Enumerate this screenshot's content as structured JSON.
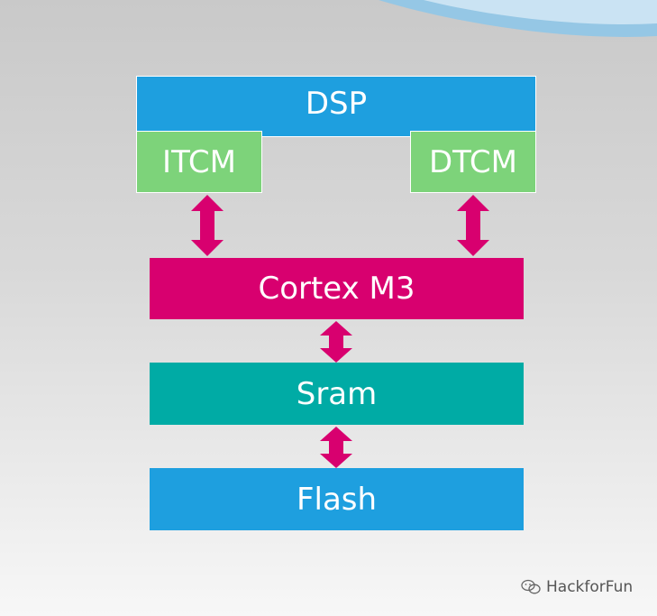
{
  "diagram": {
    "dsp_label": "DSP",
    "itcm_label": "ITCM",
    "dtcm_label": "DTCM",
    "cortex_label": "Cortex M3",
    "sram_label": "Sram",
    "flash_label": "Flash"
  },
  "watermark": {
    "text": "HackforFun",
    "icon": "wechat-icon"
  },
  "colors": {
    "dsp": "#1e9fdf",
    "tcm": "#7dd37a",
    "cortex": "#d8006f",
    "sram": "#00aba5",
    "flash": "#1e9fdf",
    "arrow": "#d8006f"
  }
}
